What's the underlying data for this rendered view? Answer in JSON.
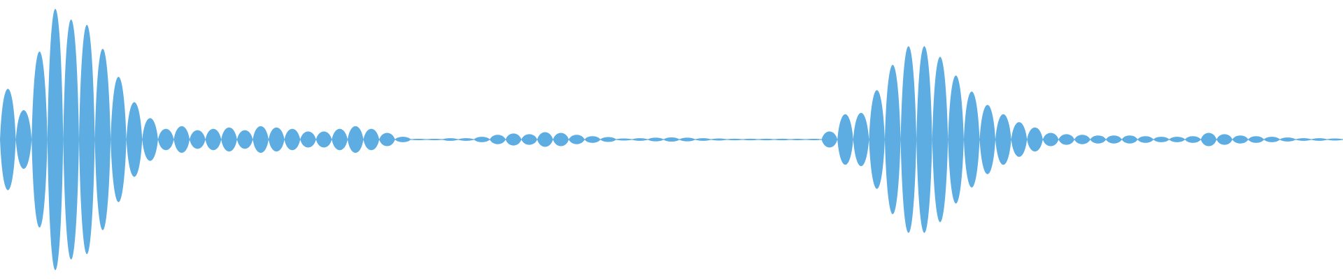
{
  "waveform": {
    "color": "#5dade2",
    "lobes": [
      {
        "amp": 0.38
      },
      {
        "amp": 0.22
      },
      {
        "amp": 0.66
      },
      {
        "amp": 0.98
      },
      {
        "amp": 0.9
      },
      {
        "amp": 0.86
      },
      {
        "amp": 0.68
      },
      {
        "amp": 0.47
      },
      {
        "amp": 0.28
      },
      {
        "amp": 0.16
      },
      {
        "amp": 0.08
      },
      {
        "amp": 0.1
      },
      {
        "amp": 0.07
      },
      {
        "amp": 0.08
      },
      {
        "amp": 0.09
      },
      {
        "amp": 0.07
      },
      {
        "amp": 0.1
      },
      {
        "amp": 0.09
      },
      {
        "amp": 0.08
      },
      {
        "amp": 0.06
      },
      {
        "amp": 0.06
      },
      {
        "amp": 0.08
      },
      {
        "amp": 0.1
      },
      {
        "amp": 0.08
      },
      {
        "amp": 0.05
      },
      {
        "amp": 0.02
      },
      {
        "amp": 0.005
      },
      {
        "amp": 0.005
      },
      {
        "amp": 0.01
      },
      {
        "amp": 0.01
      },
      {
        "amp": 0.02
      },
      {
        "amp": 0.035
      },
      {
        "amp": 0.045
      },
      {
        "amp": 0.04
      },
      {
        "amp": 0.055
      },
      {
        "amp": 0.05
      },
      {
        "amp": 0.035
      },
      {
        "amp": 0.025
      },
      {
        "amp": 0.018
      },
      {
        "amp": 0.008
      },
      {
        "amp": 0.01
      },
      {
        "amp": 0.014
      },
      {
        "amp": 0.016
      },
      {
        "amp": 0.014
      },
      {
        "amp": 0.01
      },
      {
        "amp": 0.008
      },
      {
        "amp": 0.006
      },
      {
        "amp": 0.006
      },
      {
        "amp": 0.006
      },
      {
        "amp": 0.006
      },
      {
        "amp": 0.005
      },
      {
        "amp": 0.005
      },
      {
        "amp": 0.06
      },
      {
        "amp": 0.19
      },
      {
        "amp": 0.2
      },
      {
        "amp": 0.37
      },
      {
        "amp": 0.56
      },
      {
        "amp": 0.7
      },
      {
        "amp": 0.7
      },
      {
        "amp": 0.62
      },
      {
        "amp": 0.48
      },
      {
        "amp": 0.36
      },
      {
        "amp": 0.26
      },
      {
        "amp": 0.19
      },
      {
        "amp": 0.13
      },
      {
        "amp": 0.09
      },
      {
        "amp": 0.05
      },
      {
        "amp": 0.04
      },
      {
        "amp": 0.035
      },
      {
        "amp": 0.03
      },
      {
        "amp": 0.03
      },
      {
        "amp": 0.03
      },
      {
        "amp": 0.025
      },
      {
        "amp": 0.02
      },
      {
        "amp": 0.02
      },
      {
        "amp": 0.025
      },
      {
        "amp": 0.05
      },
      {
        "amp": 0.04
      },
      {
        "amp": 0.03
      },
      {
        "amp": 0.025
      },
      {
        "amp": 0.02
      },
      {
        "amp": 0.015
      },
      {
        "amp": 0.01
      },
      {
        "amp": 0.01
      },
      {
        "amp": 0.008
      }
    ]
  }
}
